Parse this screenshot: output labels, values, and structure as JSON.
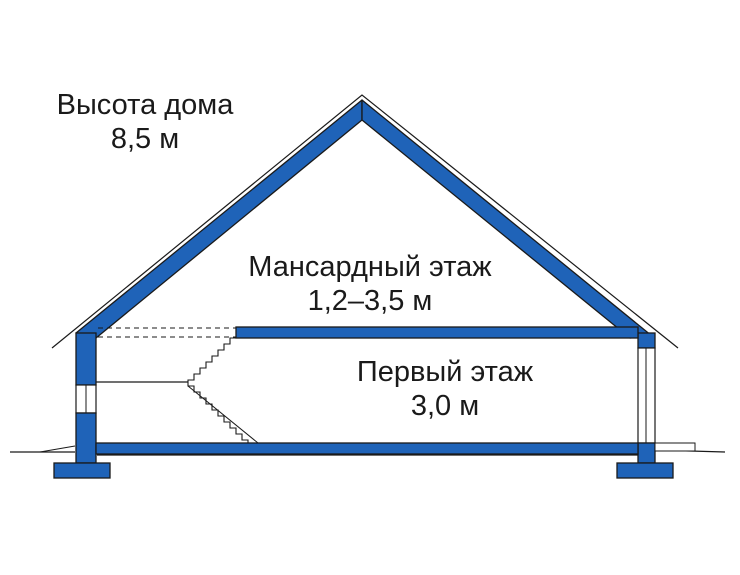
{
  "labels": {
    "house_height": {
      "title": "Высота дома",
      "value": "8,5 м"
    },
    "attic_floor": {
      "title": "Мансардный этаж",
      "value": "1,2–3,5 м"
    },
    "first_floor": {
      "title": "Первый этаж",
      "value": "3,0 м"
    }
  },
  "colors": {
    "structure_fill": "#1f63b8",
    "outline": "#1a1a1a",
    "background": "#ffffff"
  }
}
